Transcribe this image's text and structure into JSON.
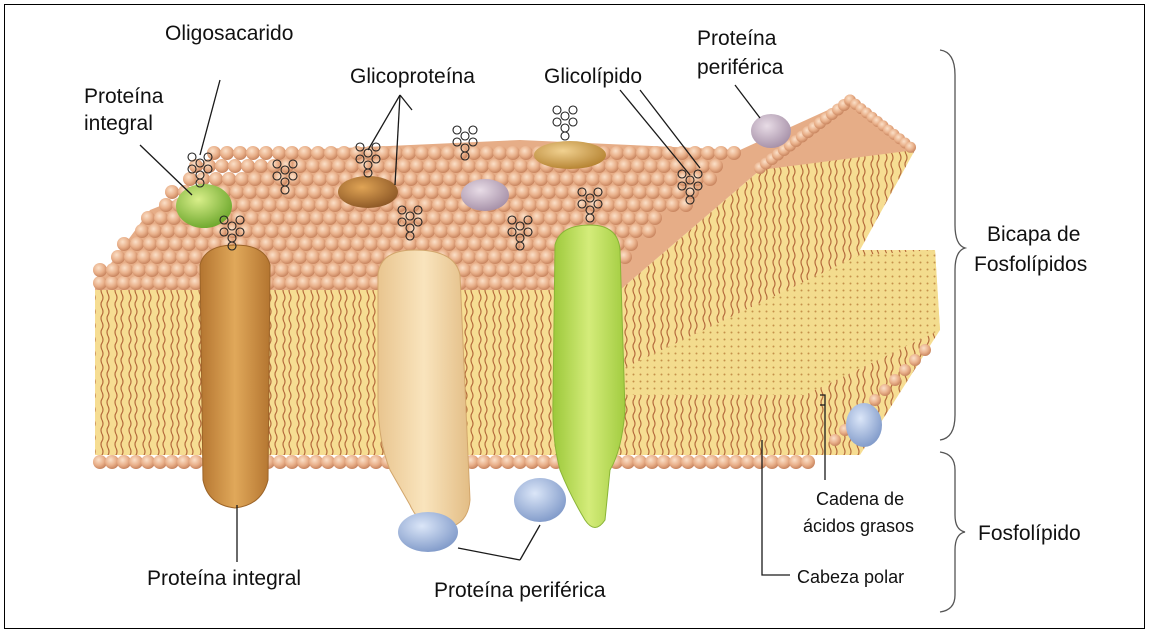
{
  "labels": {
    "oligosacarido": "Oligosacarido",
    "proteina_integral_top_l1": "Proteína",
    "proteina_integral_top_l2": "integral",
    "glicoproteina": "Glicoproteína",
    "glicolipido": "Glicolípido",
    "proteina_periferica_top_l1": "Proteína",
    "proteina_periferica_top_l2": "periférica",
    "bicapa_l1": "Bicapa de",
    "bicapa_l2": "Fosfolípidos",
    "cadena_l1": "Cadena de",
    "cadena_l2": "ácidos grasos",
    "fosfolipido": "Fosfolípido",
    "cabeza_polar": "Cabeza polar",
    "proteina_integral_bottom": "Proteína integral",
    "proteina_periferica_bottom": "Proteína periférica"
  },
  "colors": {
    "head": "#e9b08a",
    "head_shade": "#c98660",
    "tail_bg": "#f6dd92",
    "tail_line": "#b46a3c",
    "integral_protein": "#c98a3a",
    "beige_protein": "#f1d3a3",
    "green_protein": "#b7d850",
    "green_protein_small": "#8fc33a",
    "peripheral_blue": "#93acd8",
    "lilac": "#b8a3b8",
    "gold": "#cf9c4e"
  }
}
